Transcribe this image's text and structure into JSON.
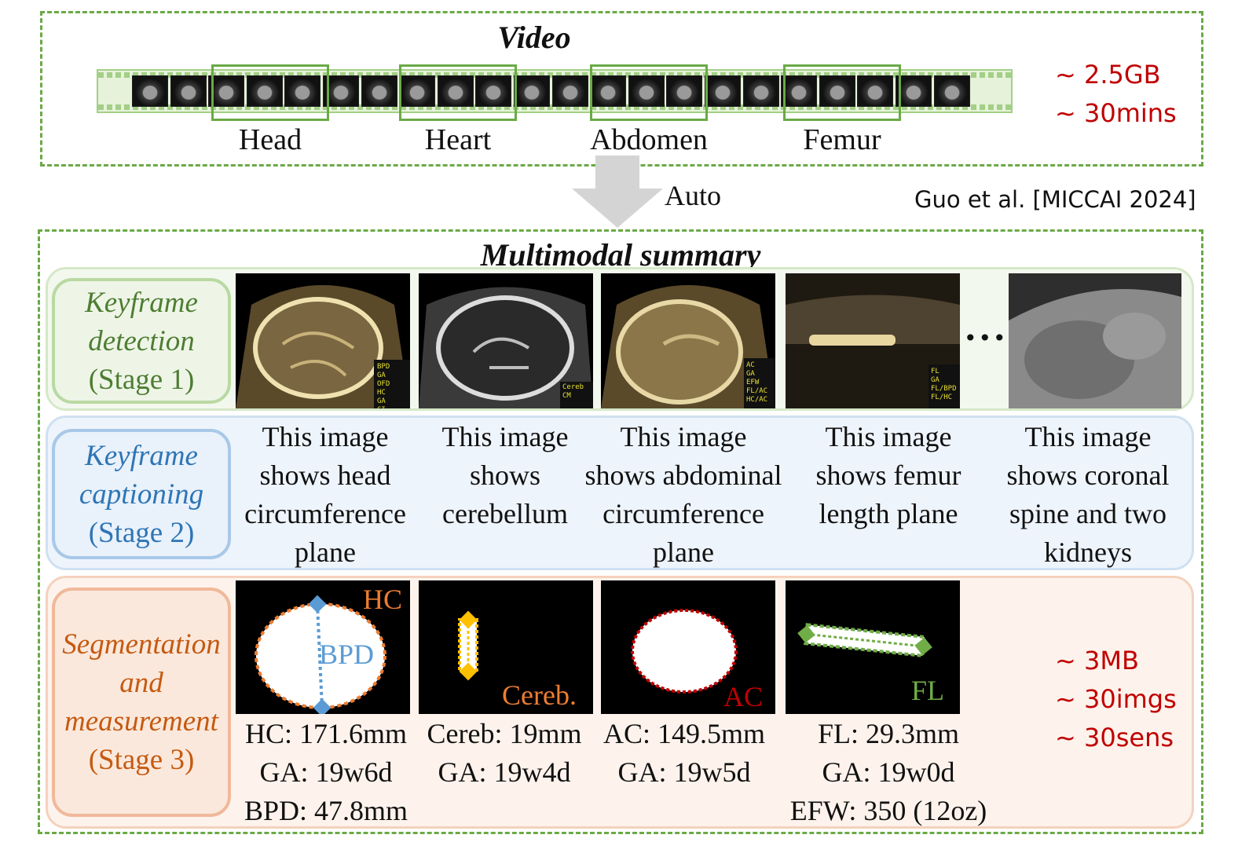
{
  "video": {
    "title": "Video",
    "segments": [
      "Head",
      "Heart",
      "Abdomen",
      "Femur"
    ],
    "stats": [
      "~ 2.5GB",
      "~ 30mins"
    ]
  },
  "arrow_label": "Auto",
  "citation": "Guo et al. [MICCAI 2024]",
  "summary": {
    "title": "Multimodal summary",
    "stage1": {
      "line1": "Keyframe",
      "line2": "detection",
      "line3": "(Stage 1)"
    },
    "stage2": {
      "line1": "Keyframe",
      "line2": "captioning",
      "line3": "(Stage 2)"
    },
    "stage3": {
      "line1": "Segmentation",
      "line2": "and",
      "line3": "measurement",
      "line4": "(Stage 3)"
    },
    "ellipsis": "•••",
    "captions": [
      [
        "This image",
        "shows head",
        "circumference",
        "plane"
      ],
      [
        "This image",
        "shows",
        "cerebellum"
      ],
      [
        "This image",
        "shows abdominal",
        "circumference",
        "plane"
      ],
      [
        "This image",
        "shows femur",
        "length plane"
      ],
      [
        "This image",
        "shows coronal",
        "spine and two",
        "kidneys"
      ]
    ],
    "seg_labels": {
      "hc": "HC",
      "bpd": "BPD",
      "cereb": "Cereb.",
      "ac": "AC",
      "fl": "FL"
    },
    "measurements": [
      [
        "HC: 171.6mm",
        "GA: 19w6d",
        "BPD: 47.8mm"
      ],
      [
        "Cereb: 19mm",
        "GA: 19w4d"
      ],
      [
        "AC: 149.5mm",
        "GA: 19w5d"
      ],
      [
        "FL: 29.3mm",
        "GA: 19w0d",
        "EFW: 350 (12oz)"
      ]
    ],
    "stats": [
      "~ 3MB",
      "~ 30imgs",
      "~ 30sens"
    ]
  },
  "colors": {
    "dashed_border": "#6aaa46",
    "stat_red": "#c00000",
    "stage1_green": "#4e7d32",
    "stage2_blue": "#2e75b6",
    "stage3_orange": "#c55a11",
    "hc_orange": "#ed7d31",
    "bpd_blue": "#5b9bd5",
    "cereb_yellow": "#ffc000",
    "ac_red": "#c00000",
    "fl_green": "#70ad47"
  }
}
